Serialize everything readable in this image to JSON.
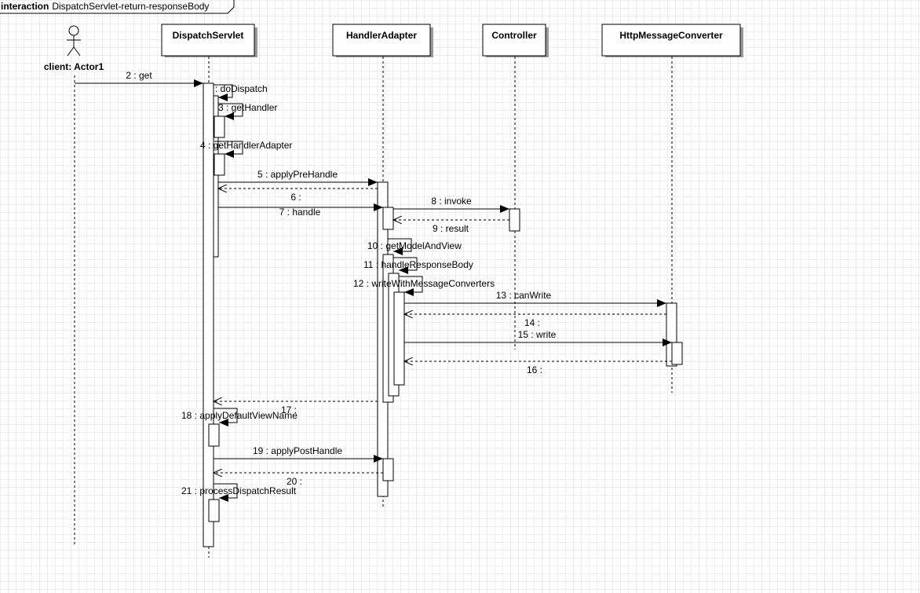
{
  "frame": {
    "keyword": "interaction",
    "name": "DispatchServlet-return-responseBody"
  },
  "actor": {
    "label": "client: Actor1"
  },
  "lifelines": {
    "dispatch": "DispatchServlet",
    "adapter": "HandlerAdapter",
    "controller": "Controller",
    "converter": "HttpMessageConverter"
  },
  "messages": {
    "m2": "2 : get",
    "m2b": ": doDispatch",
    "m3": "3 : getHandler",
    "m4": "4 : getHandlerAdapter",
    "m5": "5 : applyPreHandle",
    "m6": "6 :",
    "m7": "7 : handle",
    "m8": "8 : invoke",
    "m9": "9 : result",
    "m10": "10 : getModelAndView",
    "m11": "11 : handleResponseBody",
    "m12": "12 : writeWithMessageConverters",
    "m13": "13 : canWrite",
    "m14": "14 :",
    "m15": "15 : write",
    "m16": "16 :",
    "m17": "17 :",
    "m18": "18 : applyDefaultViewName",
    "m19": "19 : applyPostHandle",
    "m20": "20 :",
    "m21": "21 : processDispatchResult"
  },
  "colors": {
    "grid": "#eeeeee",
    "line": "#000000",
    "shadow": "#999999"
  }
}
